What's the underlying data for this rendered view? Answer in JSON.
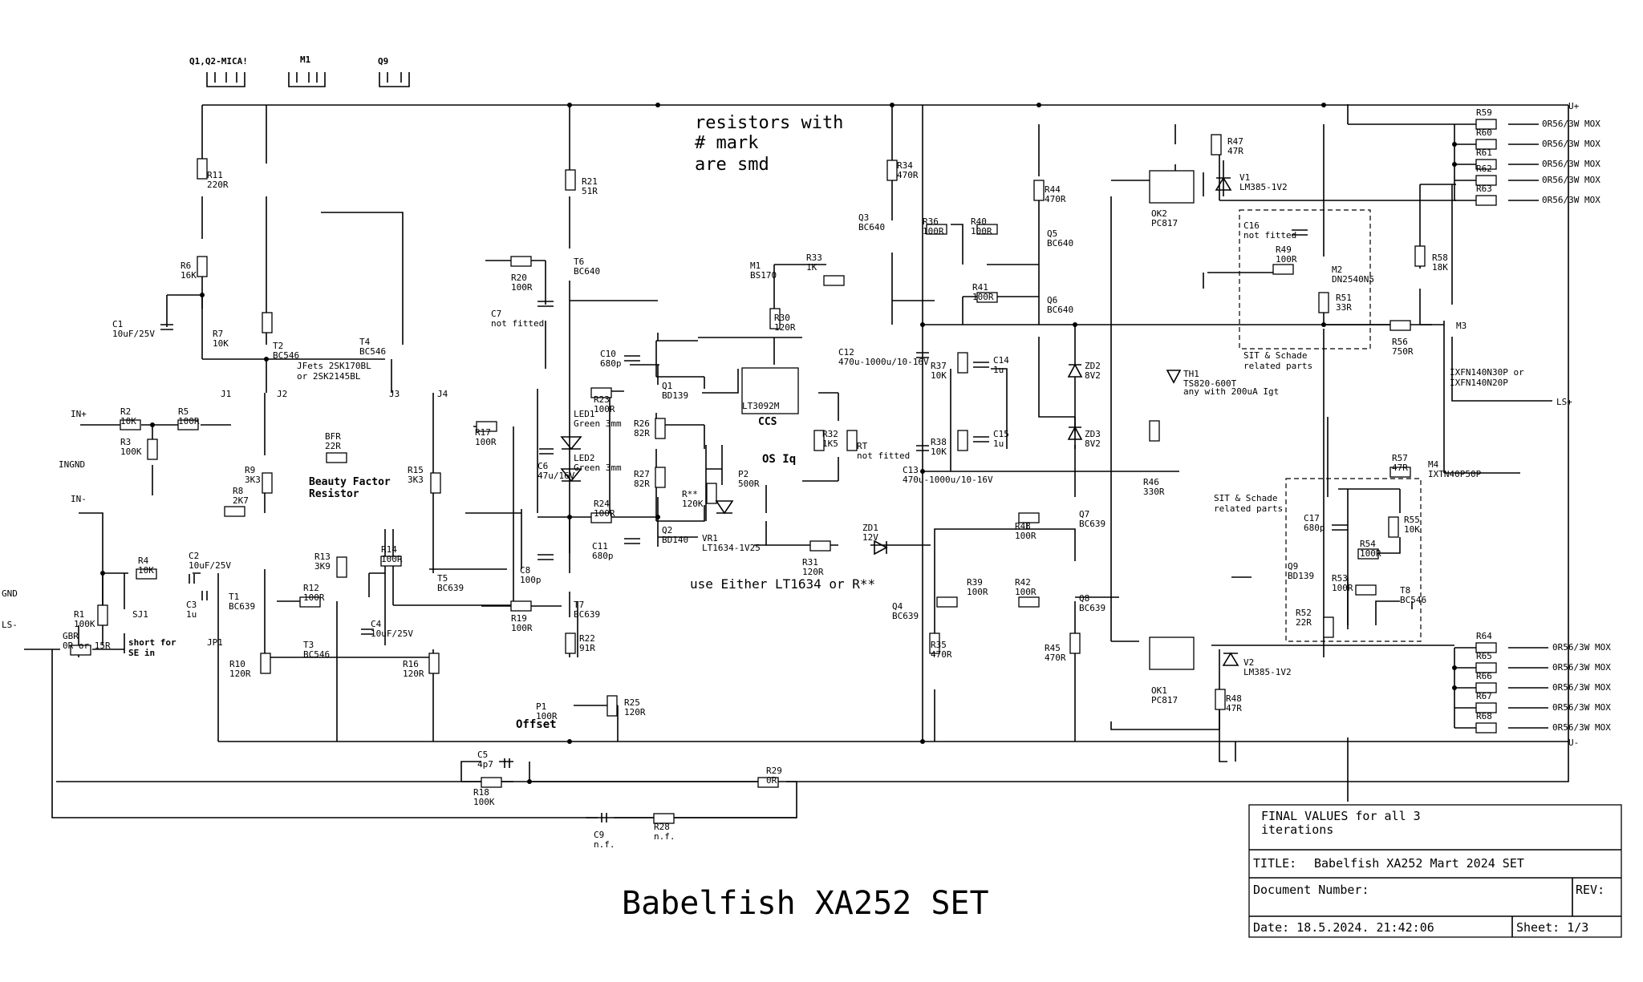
{
  "heatsinks": [
    "Q1,Q2-MICA!",
    "M1",
    "Q9"
  ],
  "note_smd": [
    "resistors with",
    "# mark",
    "are smd"
  ],
  "title_big": "Babelfish XA252  SET",
  "ports": {
    "u_plus": "U+",
    "u_minus": "U-",
    "ls_plus": "LS+",
    "in_plus": "IN+",
    "in_minus": "IN-",
    "ingnd": "INGND",
    "gnd": "GND",
    "ls_minus": "LS-"
  },
  "notes": {
    "jfets": [
      "JFets 2SK170BL",
      "or 2SK2145BL"
    ],
    "beauty": [
      "Beauty Factor",
      "Resistor"
    ],
    "ccs": "CCS",
    "os_iq": "OS Iq",
    "use_either": "use Either LT1634 or R**",
    "offset": "Offset",
    "short_se": [
      "short for",
      "SE in"
    ],
    "sit_top": [
      "SIT & Schade",
      "related parts"
    ],
    "sit_bot": [
      "SIT & Schade",
      "related parts"
    ],
    "th1_note": "any with 200uA Igt",
    "m3_note": [
      "IXFN140N30P or",
      "IXFN140N20P"
    ]
  },
  "out_res": "0R56/3W MOX",
  "parts": [
    {
      "ref": "R11",
      "val": "220R"
    },
    {
      "ref": "R6",
      "val": "16K"
    },
    {
      "ref": "C1",
      "val": "10uF/25V"
    },
    {
      "ref": "R7",
      "val": "10K"
    },
    {
      "ref": "T2",
      "val": "BC546"
    },
    {
      "ref": "T4",
      "val": "BC546"
    },
    {
      "ref": "J1",
      "val": ""
    },
    {
      "ref": "J2",
      "val": ""
    },
    {
      "ref": "J3",
      "val": ""
    },
    {
      "ref": "J4",
      "val": ""
    },
    {
      "ref": "R2",
      "val": "10K"
    },
    {
      "ref": "R5",
      "val": "100R"
    },
    {
      "ref": "R3",
      "val": "100K"
    },
    {
      "ref": "R17",
      "val": "100R"
    },
    {
      "ref": "BFR",
      "val": "22R"
    },
    {
      "ref": "R9",
      "val": "3K3"
    },
    {
      "ref": "R8",
      "val": "2K7"
    },
    {
      "ref": "R15",
      "val": "3K3"
    },
    {
      "ref": "R4",
      "val": "10K"
    },
    {
      "ref": "C2",
      "val": "10uF/25V"
    },
    {
      "ref": "C3",
      "val": "1u"
    },
    {
      "ref": "R1",
      "val": "100K"
    },
    {
      "ref": "SJ1",
      "val": ""
    },
    {
      "ref": "JP1",
      "val": ""
    },
    {
      "ref": "GBR",
      "val": "0R or 15R"
    },
    {
      "ref": "T1",
      "val": "BC639"
    },
    {
      "ref": "R12",
      "val": "100R"
    },
    {
      "ref": "R13",
      "val": "3K9"
    },
    {
      "ref": "R14",
      "val": "100R"
    },
    {
      "ref": "T5",
      "val": "BC639"
    },
    {
      "ref": "R10",
      "val": "120R"
    },
    {
      "ref": "T3",
      "val": "BC546"
    },
    {
      "ref": "C4",
      "val": "10uF/25V"
    },
    {
      "ref": "R16",
      "val": "120R"
    },
    {
      "ref": "R21",
      "val": "51R"
    },
    {
      "ref": "T6",
      "val": "BC640"
    },
    {
      "ref": "R20",
      "val": "100R"
    },
    {
      "ref": "C7",
      "val": "not fitted"
    },
    {
      "ref": "C10",
      "val": "680p"
    },
    {
      "ref": "Q1",
      "val": "BD139"
    },
    {
      "ref": "R23",
      "val": "100R"
    },
    {
      "ref": "C6",
      "val": "47u/16V"
    },
    {
      "ref": "LED1",
      "val": "Green 3mm"
    },
    {
      "ref": "LED2",
      "val": "Green 3mm"
    },
    {
      "ref": "R26",
      "val": "82R"
    },
    {
      "ref": "R27",
      "val": "82R"
    },
    {
      "ref": "R24",
      "val": "100R"
    },
    {
      "ref": "Q2",
      "val": "BD140"
    },
    {
      "ref": "C11",
      "val": "680p"
    },
    {
      "ref": "C8",
      "val": "100p"
    },
    {
      "ref": "R19",
      "val": "100R"
    },
    {
      "ref": "T7",
      "val": "BC639"
    },
    {
      "ref": "R22",
      "val": "91R"
    },
    {
      "ref": "P1",
      "val": "100R"
    },
    {
      "ref": "R25",
      "val": "120R"
    },
    {
      "ref": "M1",
      "val": "BS170"
    },
    {
      "ref": "R33",
      "val": "1K"
    },
    {
      "ref": "R30",
      "val": "120R"
    },
    {
      "ref": "LT3092M",
      "val": ""
    },
    {
      "ref": "R32",
      "val": "1K5"
    },
    {
      "ref": "RT",
      "val": "not fitted"
    },
    {
      "ref": "P2",
      "val": "500R"
    },
    {
      "ref": "R**",
      "val": "120K"
    },
    {
      "ref": "VR1",
      "val": "LT1634-1V25"
    },
    {
      "ref": "R31",
      "val": "120R"
    },
    {
      "ref": "ZD1",
      "val": "12V"
    },
    {
      "ref": "R34",
      "val": "470R"
    },
    {
      "ref": "Q3",
      "val": "BC640"
    },
    {
      "ref": "R36",
      "val": "100R"
    },
    {
      "ref": "R40",
      "val": "100R"
    },
    {
      "ref": "R44",
      "val": "470R"
    },
    {
      "ref": "Q5",
      "val": "BC640"
    },
    {
      "ref": "R41",
      "val": "100R"
    },
    {
      "ref": "Q6",
      "val": "BC640"
    },
    {
      "ref": "C12",
      "val": "470u-1000u/10-16V"
    },
    {
      "ref": "R37",
      "val": "10K"
    },
    {
      "ref": "C14",
      "val": "1u"
    },
    {
      "ref": "R38",
      "val": "10K"
    },
    {
      "ref": "C15",
      "val": "1u"
    },
    {
      "ref": "C13",
      "val": "470u-1000u/10-16V"
    },
    {
      "ref": "ZD2",
      "val": "8V2"
    },
    {
      "ref": "ZD3",
      "val": "8V2"
    },
    {
      "ref": "R43",
      "val": "100R"
    },
    {
      "ref": "Q7",
      "val": "BC639"
    },
    {
      "ref": "R39",
      "val": "100R"
    },
    {
      "ref": "R42",
      "val": "100R"
    },
    {
      "ref": "Q4",
      "val": "BC639"
    },
    {
      "ref": "Q8",
      "val": "BC639"
    },
    {
      "ref": "R35",
      "val": "470R"
    },
    {
      "ref": "R45",
      "val": "470R"
    },
    {
      "ref": "R47",
      "val": "47R"
    },
    {
      "ref": "OK2",
      "val": "PC817"
    },
    {
      "ref": "V1",
      "val": "LM385-1V2"
    },
    {
      "ref": "C16",
      "val": "not fitted"
    },
    {
      "ref": "R49",
      "val": "100R"
    },
    {
      "ref": "M2",
      "val": "DN2540N5"
    },
    {
      "ref": "R51",
      "val": "33R"
    },
    {
      "ref": "R58",
      "val": "18K"
    },
    {
      "ref": "R56",
      "val": "750R"
    },
    {
      "ref": "M3",
      "val": ""
    },
    {
      "ref": "TH1",
      "val": "TS820-600T"
    },
    {
      "ref": "R46",
      "val": "330R"
    },
    {
      "ref": "R57",
      "val": "47R"
    },
    {
      "ref": "M4",
      "val": "IXTN40P50P"
    },
    {
      "ref": "C17",
      "val": "680p"
    },
    {
      "ref": "R55",
      "val": "10K"
    },
    {
      "ref": "R54",
      "val": "100R"
    },
    {
      "ref": "Q9",
      "val": "BD139"
    },
    {
      "ref": "R53",
      "val": "100R"
    },
    {
      "ref": "T8",
      "val": "BC546"
    },
    {
      "ref": "R52",
      "val": "22R"
    },
    {
      "ref": "OK1",
      "val": "PC817"
    },
    {
      "ref": "V2",
      "val": "LM385-1V2"
    },
    {
      "ref": "R48",
      "val": "47R"
    },
    {
      "ref": "C5",
      "val": "4p7"
    },
    {
      "ref": "R18",
      "val": "100K"
    },
    {
      "ref": "R29",
      "val": "0R"
    },
    {
      "ref": "C9",
      "val": "n.f."
    },
    {
      "ref": "R28",
      "val": "n.f."
    },
    {
      "ref": "R59",
      "val": ""
    },
    {
      "ref": "R60",
      "val": ""
    },
    {
      "ref": "R61",
      "val": ""
    },
    {
      "ref": "R62",
      "val": ""
    },
    {
      "ref": "R63",
      "val": ""
    },
    {
      "ref": "R64",
      "val": ""
    },
    {
      "ref": "R65",
      "val": ""
    },
    {
      "ref": "R66",
      "val": ""
    },
    {
      "ref": "R67",
      "val": ""
    },
    {
      "ref": "R68",
      "val": ""
    }
  ],
  "titleblock": {
    "final": [
      "FINAL VALUES for all 3",
      "iterations"
    ],
    "title_label": "TITLE:",
    "title_value": "Babelfish XA252 Mart 2024 SET",
    "docnum": "Document Number:",
    "rev": "REV:",
    "date": "Date: 18.5.2024. 21:42:06",
    "sheet": "Sheet: 1/3"
  }
}
